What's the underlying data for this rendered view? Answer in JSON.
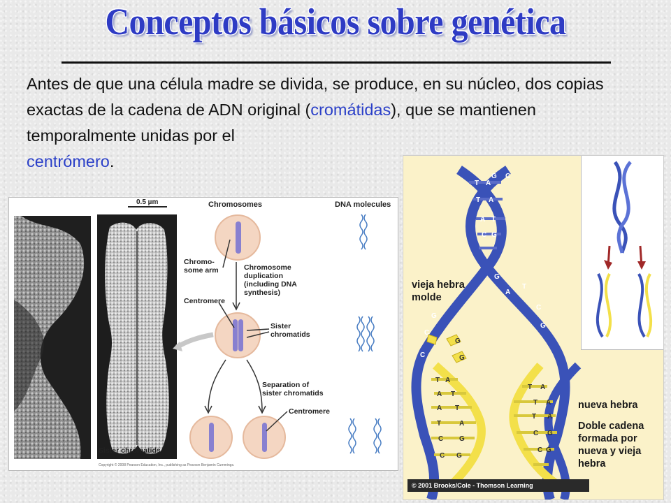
{
  "slide": {
    "title": "Conceptos básicos sobre genética",
    "intro": {
      "part1": "Antes de que una célula madre se divida, se produce, en su núcleo, dos copias exactas de la cadena de ADN original (",
      "term1": "cromátidas",
      "part2": "), que se mantienen temporalmente unidas por el ",
      "term2": "centrómero",
      "part3": "."
    },
    "highlight_color": "#2a3fc8",
    "title_color": "#2e3bc4"
  },
  "figure_left": {
    "scale": "0.5 µm",
    "header_chromosomes": "Chromosomes",
    "header_dna": "DNA molecules",
    "label_arm": "Chromo-\nsome arm",
    "label_duplication": "Chromosome\nduplication\n(including DNA\nsynthesis)",
    "label_centromere_top": "Centromere",
    "label_sister": "Sister\nchromatids",
    "label_separation": "Separation of\nsister chromatids",
    "label_centromere_bottom": "Centromere",
    "label_sister_bottom": "Sister chromatids",
    "copyright": "Copyright © 2008 Pearson Education, Inc., publishing as Pearson Benjamin Cummings."
  },
  "figure_right": {
    "label_old": "vieja hebra\nmolde",
    "label_new": "nueva hebra",
    "label_double": "Doble cadena\nformada por\nnueva y vieja\nhebra",
    "credit": "© 2001 Brooks/Cole - Thomson Learning",
    "old_strand_color": "#3a52b8",
    "new_strand_color": "#f3e04a"
  }
}
